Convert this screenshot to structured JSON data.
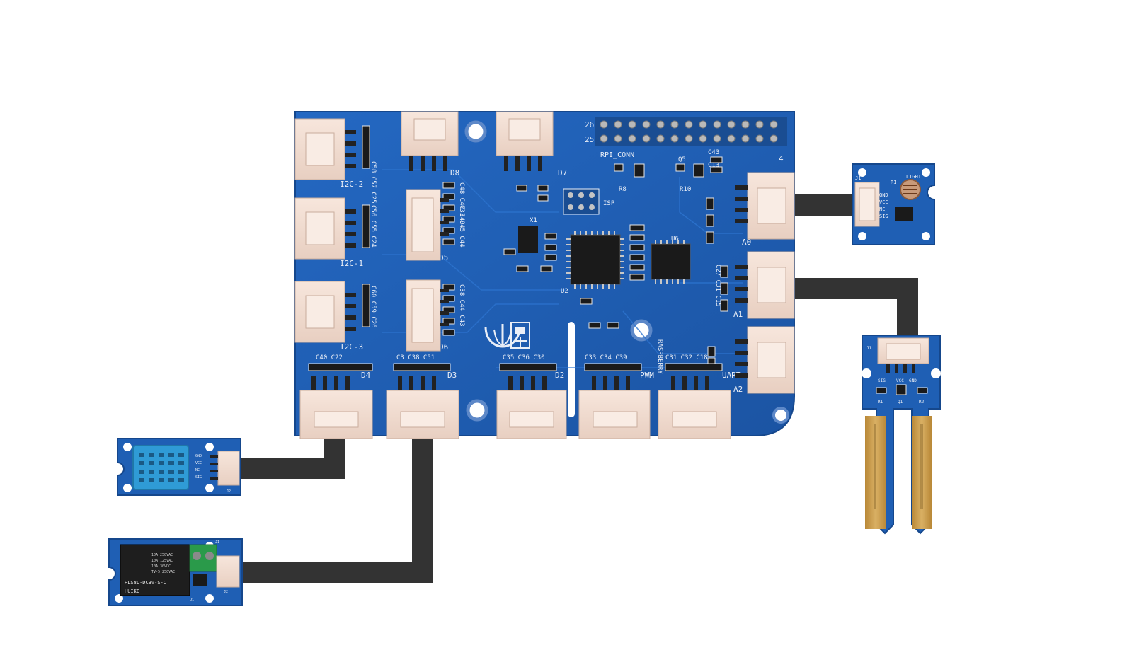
{
  "colors": {
    "pcb": "#1f5fb4",
    "pcb_dark": "#174f99",
    "silk": "#e9eef7",
    "connector": "#f4dfd4",
    "connector_shadow": "#d9c0b1",
    "cable": "#333333",
    "chip": "#1a1a1a",
    "gold": "#c99a4a",
    "sensor_face": "#2f9bd6"
  },
  "base_hat": {
    "header_labels": {
      "pin_top": "26",
      "pin_bottom": "25",
      "conn": "RPI_CONN"
    },
    "left_ports": [
      "I2C-2",
      "I2C-1",
      "I2C-3"
    ],
    "right_ports": [
      "A0",
      "A1",
      "A2"
    ],
    "top_ports": [
      "D8",
      "D7"
    ],
    "middle_ports": [
      "D5",
      "D6"
    ],
    "bottom_ports": [
      "D4",
      "D3",
      "D2",
      "PWM",
      "UART"
    ],
    "right_top_label": "4",
    "designators": {
      "c_left1": "C58 C57 C25",
      "c_left2": "C56 C55 C24",
      "c_left3": "C60 C59 C26",
      "c_mid1": "C48 C47 C49",
      "c_mid2": "C33 C45 C44",
      "c_mid3": "C38 C44 C43",
      "bottom_row1": "C40 C22",
      "bottom_row2": "C3 C38 C51",
      "bottom_row3": "C35 C36 C30",
      "bottom_row4": "C33 C34 C39",
      "bottom_row5": "C31 C32 C18",
      "mcu": "U2",
      "adc": "U6",
      "crystal": "X1",
      "isp": "ISP",
      "res1": "R8",
      "res2": "R10",
      "q": "Q5",
      "grove_logo": "RASPBERRY",
      "c_top": "C43",
      "c_right": "C13",
      "right_col": "C27 C31 C15"
    }
  },
  "modules": {
    "light_sensor": {
      "title": "LIGHT",
      "pins": [
        "GND",
        "VCC",
        "NC",
        "SIG"
      ],
      "j": "J1",
      "r": "R1"
    },
    "moisture_sensor": {
      "j": "J1",
      "parts": [
        "R1",
        "Q1",
        "R2",
        "VCC",
        "GND",
        "SIG"
      ]
    },
    "temp_humidity_sensor": {
      "j": "J2",
      "pins": [
        "GND",
        "VCC",
        "NC",
        "SIG"
      ]
    },
    "relay": {
      "brand": "HUIKE",
      "model": "HLS8L-DC3V-S-C",
      "ratings": [
        "10A 250VAC",
        "10A 125VAC",
        "10A 30VDC",
        "TV-5 250VAC"
      ],
      "j1": "J1",
      "j2": "J2",
      "u1": "U1"
    }
  }
}
